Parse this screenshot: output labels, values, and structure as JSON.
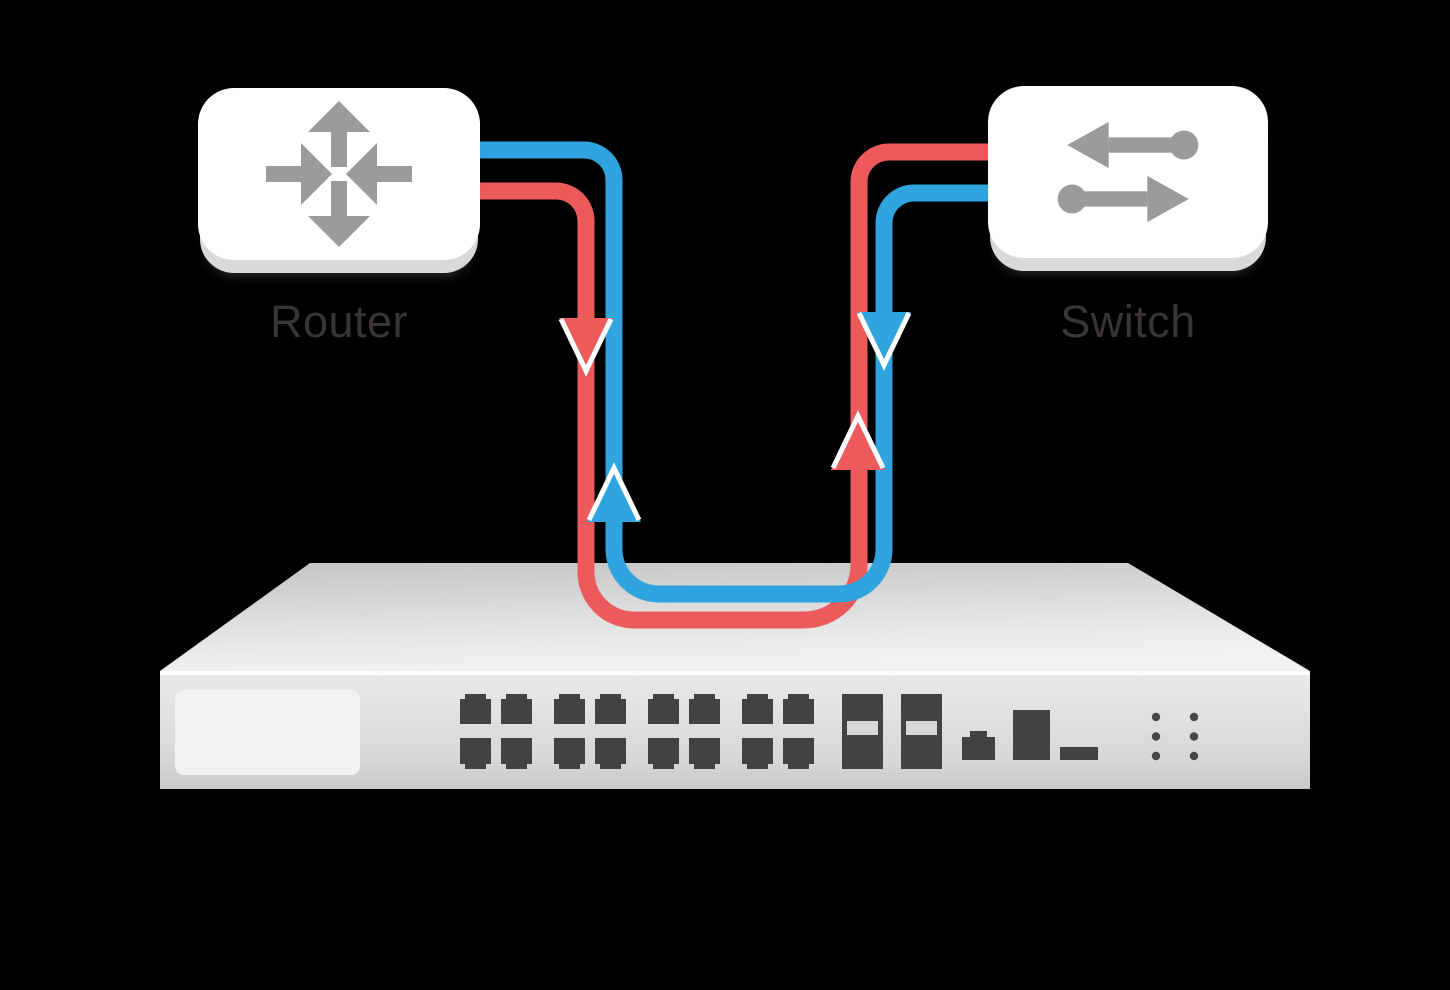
{
  "nodes": {
    "router": {
      "label": "Router",
      "icon": "router-arrows-icon"
    },
    "switch": {
      "label": "Switch",
      "icon": "switch-arrows-icon"
    }
  },
  "appliance": {
    "type": "rackmount-security-appliance",
    "rj45_port_groups": 4,
    "rj45_ports_per_group": 4,
    "sfp_ports": 2,
    "led_columns": 2,
    "led_rows": 3,
    "label_plate_text": ""
  },
  "cables": {
    "red": {
      "color": "#EC5A5C",
      "from": "Router",
      "to": "Switch",
      "arrows": [
        "down-into-appliance",
        "up-toward-switch"
      ]
    },
    "blue": {
      "color": "#2FA4DE",
      "from": "Switch",
      "to": "Router",
      "arrows": [
        "down-into-appliance",
        "up-toward-router"
      ]
    }
  },
  "theme": {
    "background": "#000000",
    "card_fill": "#FFFFFF",
    "card_shadow": "#D9D9D9",
    "icon_gray": "#9B9B9B",
    "label_text": "#383438",
    "port_dark": "#424242",
    "sfp_slot": "#D7D7D7",
    "led_dot": "#474747",
    "chassis_light": "#F1F1F1",
    "chassis_dark": "#C4C4C4",
    "label_plate": "#F2F2F2"
  }
}
